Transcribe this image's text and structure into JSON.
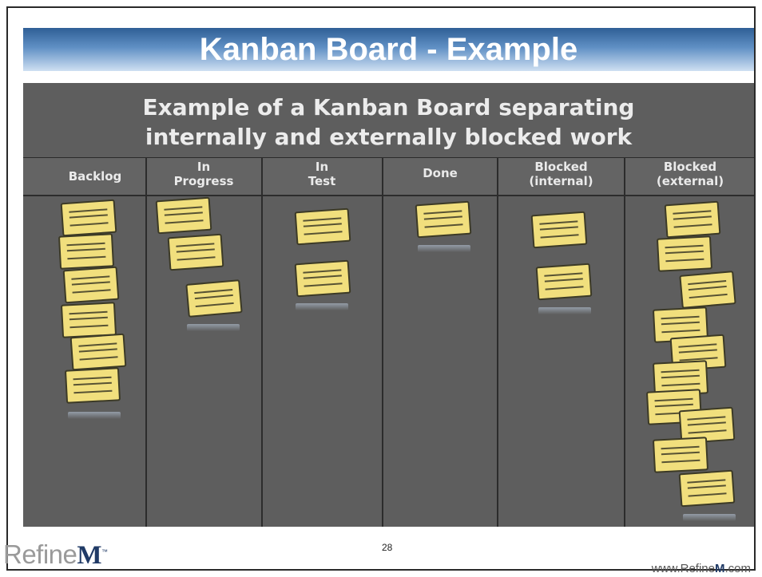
{
  "slide": {
    "title": "Kanban Board - Example",
    "page_number": "28",
    "logo_text_light": "Refine",
    "logo_text_strong": "M",
    "website_prefix": "www.Refine",
    "website_strong": "M",
    "website_suffix": ".com"
  },
  "board": {
    "title_line1": "Example of a Kanban Board separating",
    "title_line2": "internally and externally blocked work",
    "columns": [
      {
        "label_line1": "Backlog",
        "label_line2": "",
        "card_count": 6
      },
      {
        "label_line1": "In",
        "label_line2": "Progress",
        "card_count": 3
      },
      {
        "label_line1": "In",
        "label_line2": "Test",
        "card_count": 2
      },
      {
        "label_line1": "Done",
        "label_line2": "",
        "card_count": 1
      },
      {
        "label_line1": "Blocked",
        "label_line2": "(internal)",
        "card_count": 2
      },
      {
        "label_line1": "Blocked",
        "label_line2": "(external)",
        "card_count": 10
      }
    ]
  },
  "colors": {
    "board_background": "#5e5e5e",
    "sticky_note": "#f1df7d",
    "title_bar_top": "#2f5f96",
    "title_bar_bottom": "#cfe0f2"
  }
}
